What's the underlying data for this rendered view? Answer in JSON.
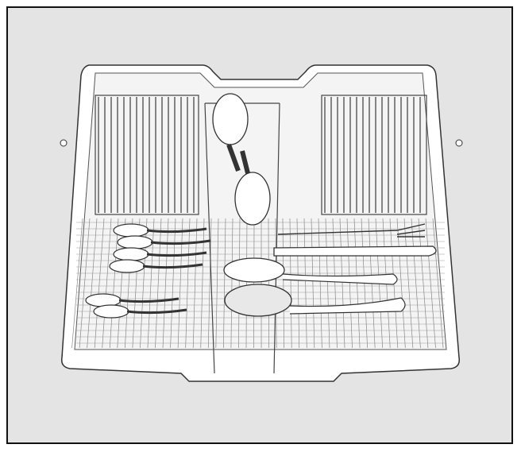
{
  "colors": {
    "background": "#e4e4e4",
    "frame": "#111111",
    "tray_fill": "#ffffff",
    "line": "#3a3a3a",
    "grid": "#777777",
    "cutlery_shade": "#cfcfcf"
  },
  "illustration": {
    "subject": "cutlery-tray-loaded",
    "items": [
      "spoon",
      "spoon",
      "spoon",
      "spoon",
      "spoon",
      "spoon",
      "fork",
      "knife",
      "ladle",
      "ladle",
      "serving-spoon",
      "serving-spoon"
    ]
  }
}
